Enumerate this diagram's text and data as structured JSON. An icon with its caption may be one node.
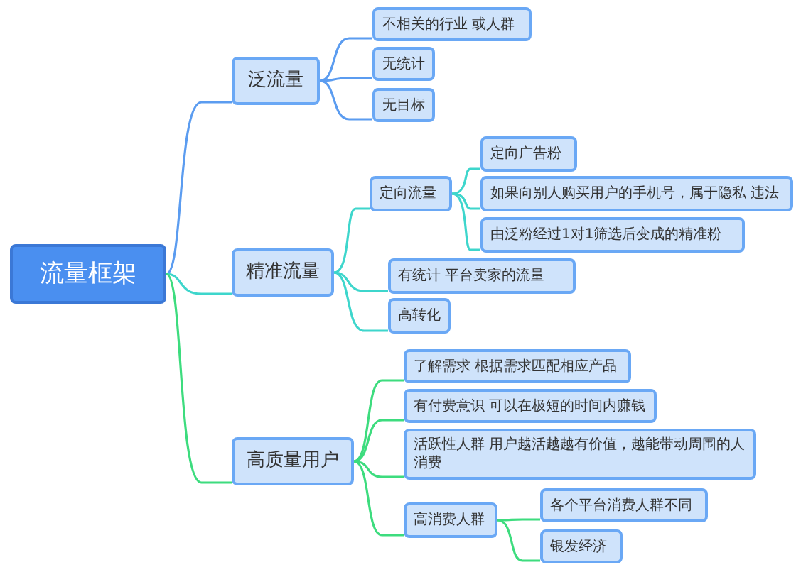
{
  "diagram": {
    "nodes": [
      {
        "text": [
          "流量框架"
        ]
      },
      {
        "text": [
          "泛流量"
        ]
      },
      {
        "text": [
          "不相关的行业 或人群"
        ]
      },
      {
        "text": [
          "无统计"
        ]
      },
      {
        "text": [
          "无目标"
        ]
      },
      {
        "text": [
          "精准流量"
        ]
      },
      {
        "text": [
          "定向流量"
        ]
      },
      {
        "text": [
          "定向广告粉"
        ]
      },
      {
        "text": [
          "如果向别人购买用户的手机号，属于隐私 违法"
        ]
      },
      {
        "text": [
          "由泛粉经过1对1筛选后变成的精准粉"
        ]
      },
      {
        "text": [
          "有统计 平台卖家的流量"
        ]
      },
      {
        "text": [
          "高转化"
        ]
      },
      {
        "text": [
          "高质量用户"
        ]
      },
      {
        "text": [
          "了解需求 根据需求匹配相应产品"
        ]
      },
      {
        "text": [
          "有付费意识 可以在极短的时间内赚钱"
        ]
      },
      {
        "text": [
          "活跃性人群 用户越活越越有价值，越能带动周围的人消费"
        ]
      },
      {
        "text": [
          "高消费人群"
        ]
      },
      {
        "text": [
          "各个平台消费人群不同"
        ]
      },
      {
        "text": [
          "银发经济"
        ]
      }
    ],
    "edges": [
      {
        "from": 0,
        "to": 1,
        "arrow": "none",
        "color": "#5b9cf0"
      },
      {
        "from": 1,
        "to": 2,
        "arrow": "none",
        "color": "#5b9cf0"
      },
      {
        "from": 1,
        "to": 3,
        "arrow": "none",
        "color": "#5b9cf0"
      },
      {
        "from": 1,
        "to": 4,
        "arrow": "none",
        "color": "#5b9cf0"
      },
      {
        "from": 0,
        "to": 5,
        "arrow": "none",
        "color": "#3ed6cc"
      },
      {
        "from": 5,
        "to": 6,
        "arrow": "none",
        "color": "#3ed6cc"
      },
      {
        "from": 6,
        "to": 7,
        "arrow": "none",
        "color": "#3ed6cc"
      },
      {
        "from": 6,
        "to": 8,
        "arrow": "none",
        "color": "#3ed6cc"
      },
      {
        "from": 6,
        "to": 9,
        "arrow": "none",
        "color": "#3ed6cc"
      },
      {
        "from": 5,
        "to": 10,
        "arrow": "none",
        "color": "#3ed6cc"
      },
      {
        "from": 5,
        "to": 11,
        "arrow": "none",
        "color": "#3ed6cc"
      },
      {
        "from": 0,
        "to": 12,
        "arrow": "none",
        "color": "#3ddc7e"
      },
      {
        "from": 12,
        "to": 13,
        "arrow": "none",
        "color": "#3ddc7e"
      },
      {
        "from": 12,
        "to": 14,
        "arrow": "none",
        "color": "#3ddc7e"
      },
      {
        "from": 12,
        "to": 15,
        "arrow": "none",
        "color": "#3ddc7e"
      },
      {
        "from": 12,
        "to": 16,
        "arrow": "none",
        "color": "#3ddc7e"
      },
      {
        "from": 16,
        "to": 17,
        "arrow": "none",
        "color": "#3ddc7e"
      },
      {
        "from": 16,
        "to": 18,
        "arrow": "none",
        "color": "#3ddc7e"
      }
    ]
  }
}
